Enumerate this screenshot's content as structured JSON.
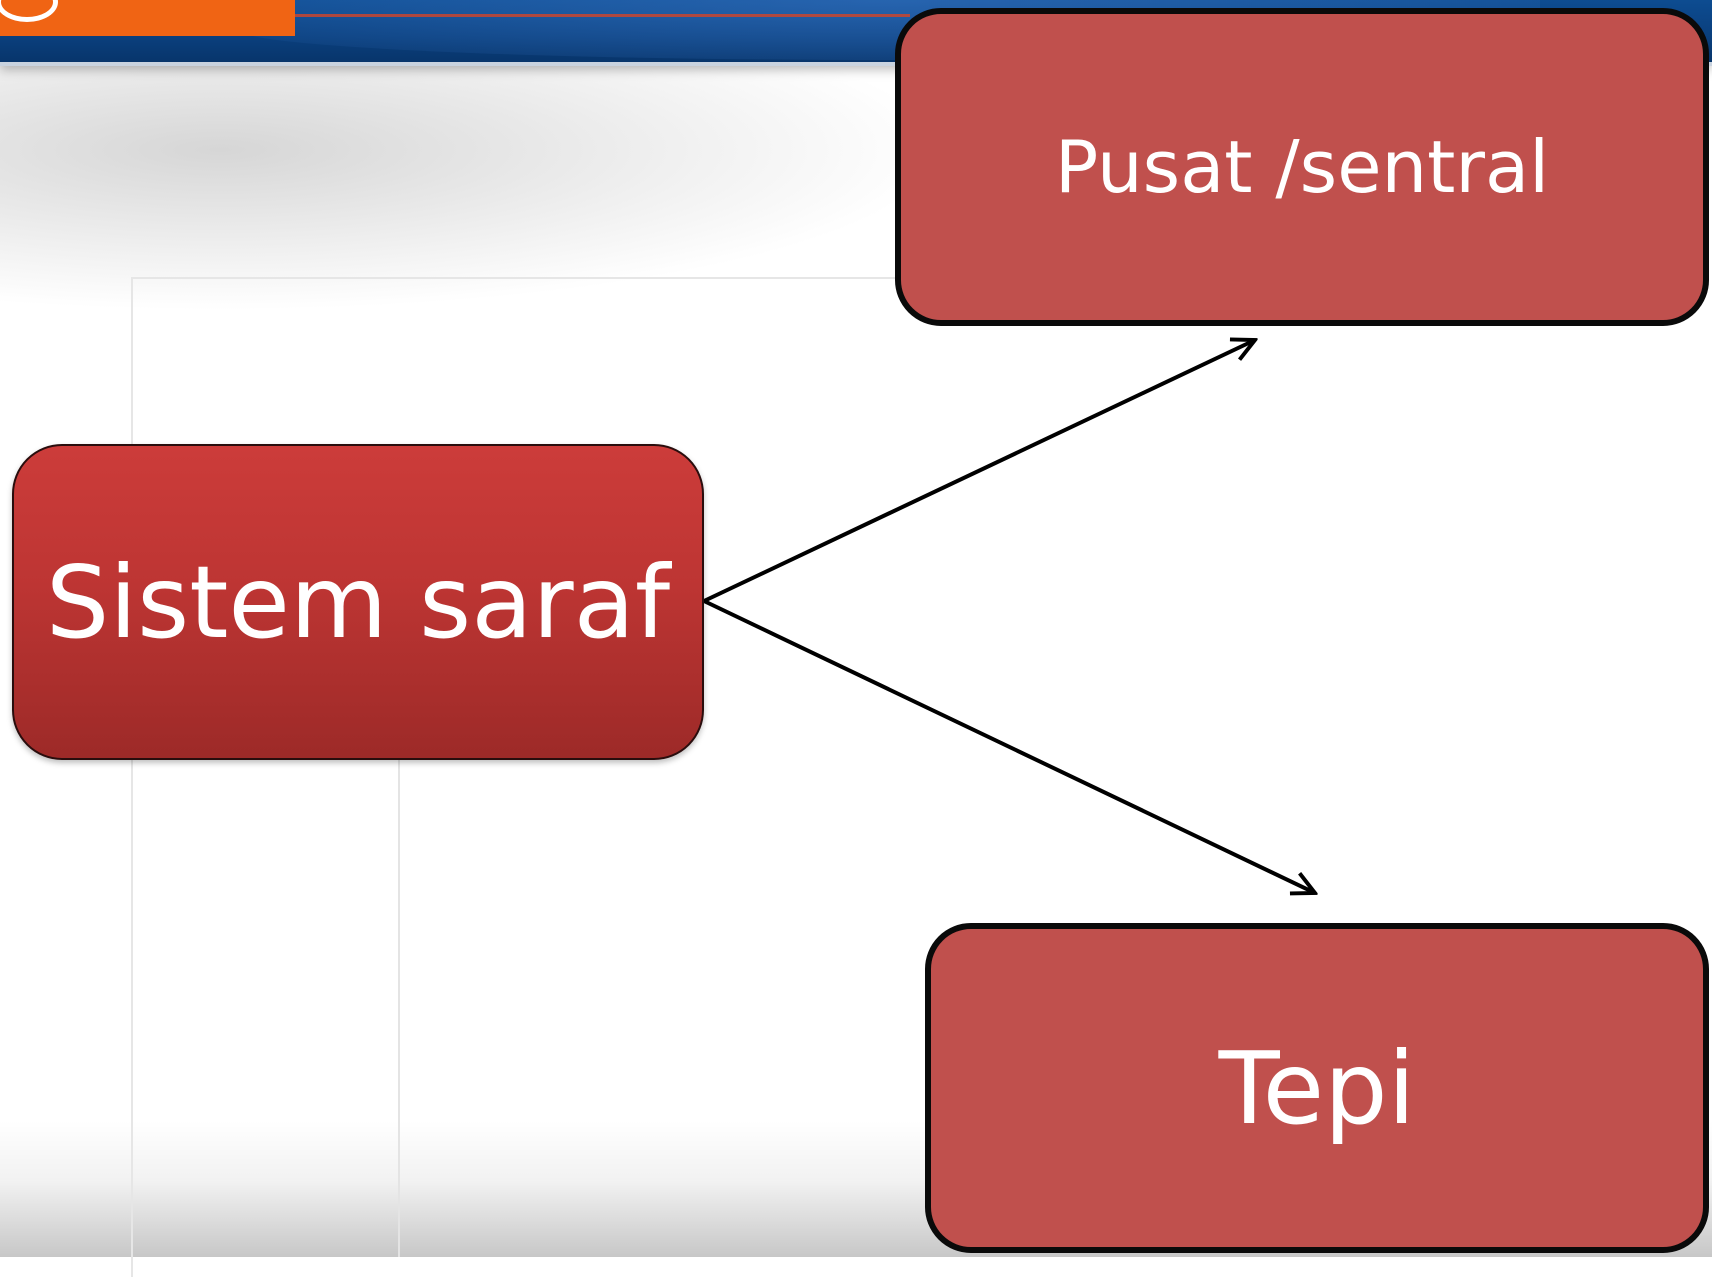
{
  "diagram": {
    "nodes": {
      "source": {
        "label": "Sistem saraf"
      },
      "central": {
        "label": "Pusat /sentral"
      },
      "peripheral": {
        "label": "Tepi"
      }
    },
    "edges": [
      {
        "from": "source",
        "to": "central"
      },
      {
        "from": "source",
        "to": "peripheral"
      }
    ]
  },
  "colors": {
    "header_blue": "#0a3f7d",
    "logo_orange": "#f06414",
    "node_red": "#c0504d",
    "node_red_gradient_top": "#cc3c3a",
    "arrow": "#000000"
  }
}
